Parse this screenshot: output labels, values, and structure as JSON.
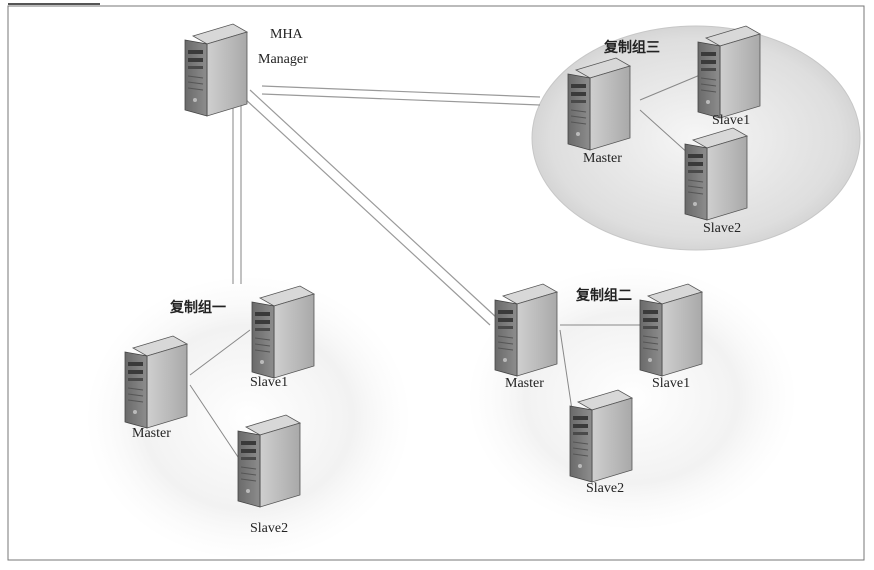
{
  "manager": {
    "line1": "MHA",
    "line2": "Manager"
  },
  "groups": [
    {
      "title": "复制组一",
      "master": "Master",
      "slave1": "Slave1",
      "slave2": "Slave2"
    },
    {
      "title": "复制组二",
      "master": "Master",
      "slave1": "Slave1",
      "slave2": "Slave2"
    },
    {
      "title": "复制组三",
      "master": "Master",
      "slave1": "Slave1",
      "slave2": "Slave2"
    }
  ]
}
